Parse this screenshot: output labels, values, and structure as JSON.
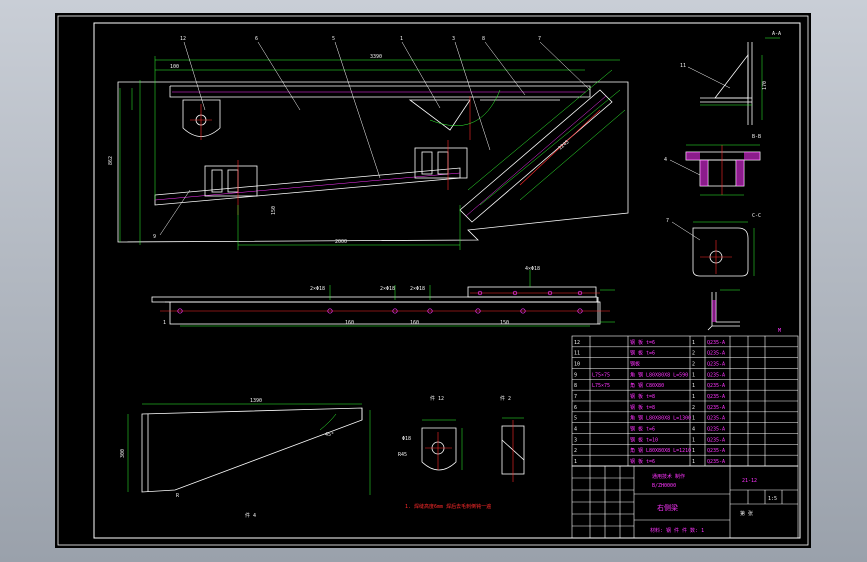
{
  "drawing": {
    "note": "1. 焊缝高度6mm  焊后去毛刺倒钝一遍",
    "view_label_a": "A-A",
    "view_label_b": "B-B",
    "view_label_c": "C-C"
  },
  "title_block": {
    "company_line1": "通用技术 制作",
    "company_line2": "B/ZH0000",
    "drawing_name": "右侧梁",
    "drawing_no": "21-12",
    "material_line": "材料: 钢 件  件 数: 1",
    "scale": "1:5",
    "sheet": "第 张"
  },
  "parts_list": {
    "rows": [
      [
        "12",
        "",
        "钢 板 t=6",
        "1",
        "Q235-A",
        "",
        ""
      ],
      [
        "11",
        "",
        "钢 板 t=6",
        "2",
        "Q235-A",
        "",
        ""
      ],
      [
        "10",
        "",
        "钢板",
        "2",
        "Q235-A",
        "",
        ""
      ],
      [
        "9",
        "L75×75",
        "角 钢 L80X80X8 L=590",
        "1",
        "Q235-A",
        "",
        ""
      ],
      [
        "8",
        "L75×75",
        "角 钢 C80X80",
        "1",
        "Q235-A",
        "",
        ""
      ],
      [
        "7",
        "",
        "钢 板 t=8",
        "1",
        "Q235-A",
        "",
        ""
      ],
      [
        "6",
        "",
        "钢 板 t=8",
        "2",
        "Q235-A",
        "",
        ""
      ],
      [
        "5",
        "",
        "角 钢 L80X80X8 L=1300",
        "1",
        "Q235-A",
        "",
        ""
      ],
      [
        "4",
        "",
        "钢 板 t=6",
        "4",
        "Q235-A",
        "",
        ""
      ],
      [
        "3",
        "",
        "钢 板 t=10",
        "1",
        "Q235-A",
        "",
        ""
      ],
      [
        "2",
        "",
        "角 钢 L80X80X8 L=1210",
        "1",
        "Q235-A",
        "",
        ""
      ],
      [
        "1",
        "",
        "钢 板 t=6",
        "1",
        "Q235-A",
        "",
        ""
      ]
    ]
  },
  "colors": {
    "frame": "#ffffff",
    "geometry": "#ffffff",
    "dimension": "#33ff33",
    "centerline": "#ff2a2a",
    "hidden": "#ff33ff",
    "text": "#ffffff",
    "title_block_lines": "#ff33ff"
  }
}
